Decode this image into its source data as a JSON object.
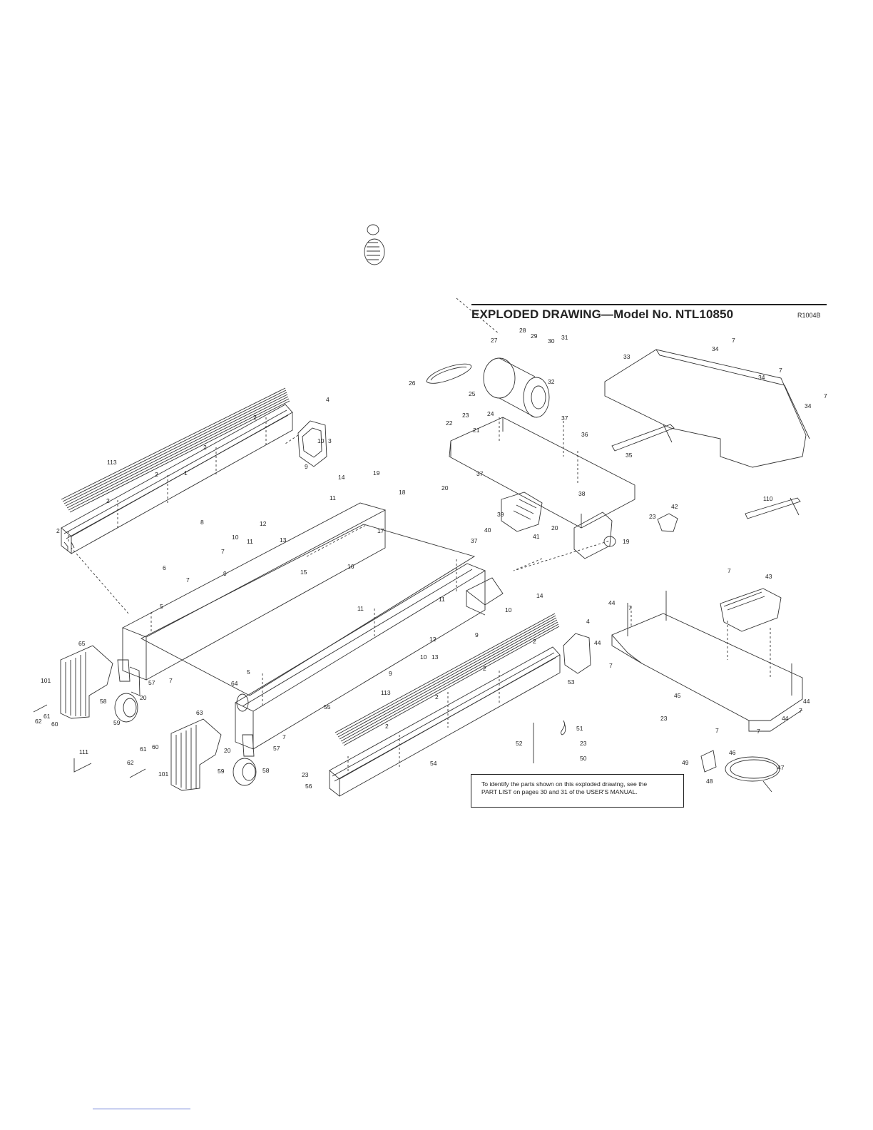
{
  "header": {
    "title": "EXPLODED DRAWING—Model No. NTL10850",
    "code": "R1004B"
  },
  "callouts": [
    {
      "id": "c4a",
      "text": "4"
    },
    {
      "id": "c2a",
      "text": "2"
    },
    {
      "id": "c3",
      "text": "3"
    },
    {
      "id": "c113a",
      "text": "113"
    },
    {
      "id": "c2b",
      "text": "2"
    },
    {
      "id": "c2c",
      "text": "2"
    },
    {
      "id": "c1",
      "text": "1"
    },
    {
      "id": "c2d",
      "text": "2"
    },
    {
      "id": "c2e",
      "text": "2"
    },
    {
      "id": "c6",
      "text": "6"
    },
    {
      "id": "c8",
      "text": "8"
    },
    {
      "id": "c10a",
      "text": "10"
    },
    {
      "id": "c7a",
      "text": "7"
    },
    {
      "id": "c9a",
      "text": "9"
    },
    {
      "id": "c7b",
      "text": "7"
    },
    {
      "id": "c12a",
      "text": "12"
    },
    {
      "id": "c13a",
      "text": "13"
    },
    {
      "id": "c11a",
      "text": "11"
    },
    {
      "id": "c15",
      "text": "15"
    },
    {
      "id": "c10b",
      "text": "10"
    },
    {
      "id": "c9b",
      "text": "9"
    },
    {
      "id": "c14a",
      "text": "14"
    },
    {
      "id": "c11b",
      "text": "11"
    },
    {
      "id": "c19a",
      "text": "19"
    },
    {
      "id": "c18",
      "text": "18"
    },
    {
      "id": "c17",
      "text": "17"
    },
    {
      "id": "c16",
      "text": "16"
    },
    {
      "id": "c5a",
      "text": "5"
    },
    {
      "id": "c65",
      "text": "65"
    },
    {
      "id": "c101a",
      "text": "101"
    },
    {
      "id": "c62a",
      "text": "62"
    },
    {
      "id": "c61a",
      "text": "61"
    },
    {
      "id": "c60a",
      "text": "60"
    },
    {
      "id": "c58a",
      "text": "58"
    },
    {
      "id": "c59a",
      "text": "59"
    },
    {
      "id": "c20a",
      "text": "20"
    },
    {
      "id": "c57a",
      "text": "57"
    },
    {
      "id": "c7c",
      "text": "7"
    },
    {
      "id": "c5b",
      "text": "5"
    },
    {
      "id": "c64",
      "text": "64"
    },
    {
      "id": "c55",
      "text": "55"
    },
    {
      "id": "c63",
      "text": "63"
    },
    {
      "id": "c111",
      "text": "111"
    },
    {
      "id": "c61b",
      "text": "61"
    },
    {
      "id": "c60b",
      "text": "60"
    },
    {
      "id": "c62b",
      "text": "62"
    },
    {
      "id": "c101b",
      "text": "101"
    },
    {
      "id": "c59b",
      "text": "59"
    },
    {
      "id": "c20b",
      "text": "20"
    },
    {
      "id": "c58b",
      "text": "58"
    },
    {
      "id": "c57b",
      "text": "57"
    },
    {
      "id": "c7d",
      "text": "7"
    },
    {
      "id": "c23a",
      "text": "23"
    },
    {
      "id": "c56",
      "text": "56"
    },
    {
      "id": "c11c",
      "text": "11"
    },
    {
      "id": "c11d",
      "text": "11"
    },
    {
      "id": "c10c",
      "text": "10"
    },
    {
      "id": "c9c",
      "text": "9"
    },
    {
      "id": "c12b",
      "text": "12"
    },
    {
      "id": "c13b",
      "text": "13"
    },
    {
      "id": "c10d",
      "text": "10"
    },
    {
      "id": "c9d",
      "text": "9"
    },
    {
      "id": "c113b",
      "text": "113"
    },
    {
      "id": "c2f",
      "text": "2"
    },
    {
      "id": "c2g",
      "text": "2"
    },
    {
      "id": "c2h",
      "text": "2"
    },
    {
      "id": "c2i",
      "text": "2"
    },
    {
      "id": "c54",
      "text": "54"
    },
    {
      "id": "c4b",
      "text": "4"
    },
    {
      "id": "c44a",
      "text": "44"
    },
    {
      "id": "c53",
      "text": "53"
    },
    {
      "id": "c14b",
      "text": "14"
    },
    {
      "id": "c27",
      "text": "27"
    },
    {
      "id": "c28",
      "text": "28"
    },
    {
      "id": "c29",
      "text": "29"
    },
    {
      "id": "c30",
      "text": "30"
    },
    {
      "id": "c31",
      "text": "31"
    },
    {
      "id": "c26",
      "text": "26"
    },
    {
      "id": "c32",
      "text": "32"
    },
    {
      "id": "c25",
      "text": "25"
    },
    {
      "id": "c24",
      "text": "24"
    },
    {
      "id": "c23b",
      "text": "23"
    },
    {
      "id": "c22",
      "text": "22"
    },
    {
      "id": "c21",
      "text": "21"
    },
    {
      "id": "c20c",
      "text": "20"
    },
    {
      "id": "c37a",
      "text": "37"
    },
    {
      "id": "c36",
      "text": "36"
    },
    {
      "id": "c37b",
      "text": "37"
    },
    {
      "id": "c39",
      "text": "39"
    },
    {
      "id": "c38",
      "text": "38"
    },
    {
      "id": "c40",
      "text": "40"
    },
    {
      "id": "c37c",
      "text": "37"
    },
    {
      "id": "c41",
      "text": "41"
    },
    {
      "id": "c20d",
      "text": "20"
    },
    {
      "id": "c19b",
      "text": "19"
    },
    {
      "id": "c23c",
      "text": "23"
    },
    {
      "id": "c42",
      "text": "42"
    },
    {
      "id": "c33",
      "text": "33"
    },
    {
      "id": "c35",
      "text": "35"
    },
    {
      "id": "c110",
      "text": "110"
    },
    {
      "id": "c7e",
      "text": "7"
    },
    {
      "id": "c34a",
      "text": "34"
    },
    {
      "id": "c7f",
      "text": "7"
    },
    {
      "id": "c34b",
      "text": "34"
    },
    {
      "id": "c7g",
      "text": "7"
    },
    {
      "id": "c34c",
      "text": "34"
    },
    {
      "id": "c7h",
      "text": "7"
    },
    {
      "id": "c43",
      "text": "43"
    },
    {
      "id": "c44b",
      "text": "44"
    },
    {
      "id": "c7i",
      "text": "7"
    },
    {
      "id": "c7j",
      "text": "7"
    },
    {
      "id": "c45",
      "text": "45"
    },
    {
      "id": "c44c",
      "text": "44"
    },
    {
      "id": "c7k",
      "text": "7"
    },
    {
      "id": "c44d",
      "text": "44"
    },
    {
      "id": "c7l",
      "text": "7"
    },
    {
      "id": "c23d",
      "text": "23"
    },
    {
      "id": "c7m",
      "text": "7"
    },
    {
      "id": "c46",
      "text": "46"
    },
    {
      "id": "c49",
      "text": "49"
    },
    {
      "id": "c48",
      "text": "48"
    },
    {
      "id": "c47",
      "text": "47"
    },
    {
      "id": "c51",
      "text": "51"
    },
    {
      "id": "c52",
      "text": "52"
    },
    {
      "id": "c23e",
      "text": "23"
    },
    {
      "id": "c50",
      "text": "50"
    }
  ],
  "note": {
    "line1": "To identify the parts shown on this exploded drawing, see the",
    "line2": "PART LIST on pages 30 and 31 of the USER'S MANUAL."
  }
}
